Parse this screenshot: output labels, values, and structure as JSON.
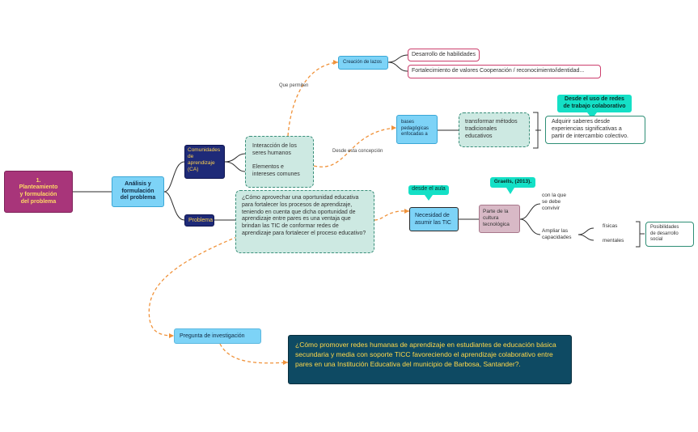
{
  "nodes": {
    "root": "1.\nPlanteamiento\ny formulación\ndel problema",
    "analysis": "Análisis y\nformulación\ndel problema",
    "communities": "Comunidades\nde\naprendizaje\n(CA)",
    "problem": "Problema",
    "interaction": "Interacción de los\nseres humanos\n\nElementos e\nintereses comunes",
    "bonds": "Creación de lazos",
    "skills": "Desarrollo de habilidades",
    "values": "Fortalecimiento de valores Cooperación / reconocimiento/identidad...",
    "pedagogical": "bases\npedagógicas\nenfocadas a",
    "transform": "transformar métodos\ntradicionales\neducativos",
    "network_callout": "Desde el uso de redes\nde trabajo colaborativo",
    "acquire": "Adquirir saberes desde\nexperiencias significativas a\npartir de intercambio colectivo.",
    "question": "¿Cómo aprovechar una oportunidad educativa para fortalecer los procesos de aprendizaje, teniendo en cuenta que dicha oportunidad de aprendizaje entre pares es una ventaja que brindan las TIC de conformar redes de aprendizaje para fortalecer el proceso educativo?",
    "classroom_callout": "desde  el aula",
    "need": "Necesidad de\nasumir las TIC",
    "graells_callout": "Graells, (2013).",
    "culture": "Parte de la\ncultura\ntecnológica",
    "coexist": "con la que\nse debe\nconvivir",
    "capacities": "Ampliar las\ncapacidades",
    "physical": "físicas",
    "mental": "mentales",
    "social": "Posibilidades\nde desarrollo\nsocial",
    "research": "Pregunta de investigación",
    "final_question": "¿Cómo promover redes humanas de aprendizaje en estudiantes de educación básica secundaria y media con soporte TICC favoreciendo el aprendizaje colaborativo entre pares en una Institución Educativa del municipio de Barbosa, Santander?."
  },
  "edge_labels": {
    "allow": "Que permiten",
    "conception": "Desde esta concepción"
  },
  "colors": {
    "root": "#a8357a",
    "navy": "#1e2a78",
    "blue": "#7dd3f7",
    "teal": "#14e0c6",
    "dashed_fill": "#cde9e2",
    "orange_link": "#f0923a",
    "dark_box": "#0e4a63"
  }
}
